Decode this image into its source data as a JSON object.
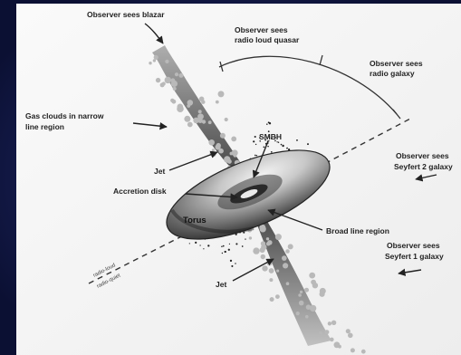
{
  "labels": {
    "blazar": "Observer sees blazar",
    "quasar_line1": "Observer sees",
    "quasar_line2": "radio loud quasar",
    "radio_galaxy_line1": "Observer sees",
    "radio_galaxy_line2": "radio galaxy",
    "gas_clouds_line1": "Gas clouds in narrow",
    "gas_clouds_line2": "line region",
    "smbh": "SMBH",
    "jet_upper": "Jet",
    "accretion_disk": "Accretion disk",
    "torus": "Torus",
    "broad_line_region": "Broad line region",
    "seyfert2_line1": "Observer sees",
    "seyfert2_line2": "Seyfert 2 galaxy",
    "seyfert1_line1": "Observer sees",
    "seyfert1_line2": "Seyfert 1 galaxy",
    "jet_lower": "Jet",
    "axis_upper": "radio-loud",
    "axis_lower": "radio-quiet"
  },
  "colors": {
    "frame": "#0b1033",
    "panel": "#f5f5f5",
    "torus_light": "#e6e6e6",
    "torus_dark": "#4a4a4a",
    "jet": "#8a8a8a",
    "clouds": "#b9b9b9",
    "text": "#222222"
  }
}
